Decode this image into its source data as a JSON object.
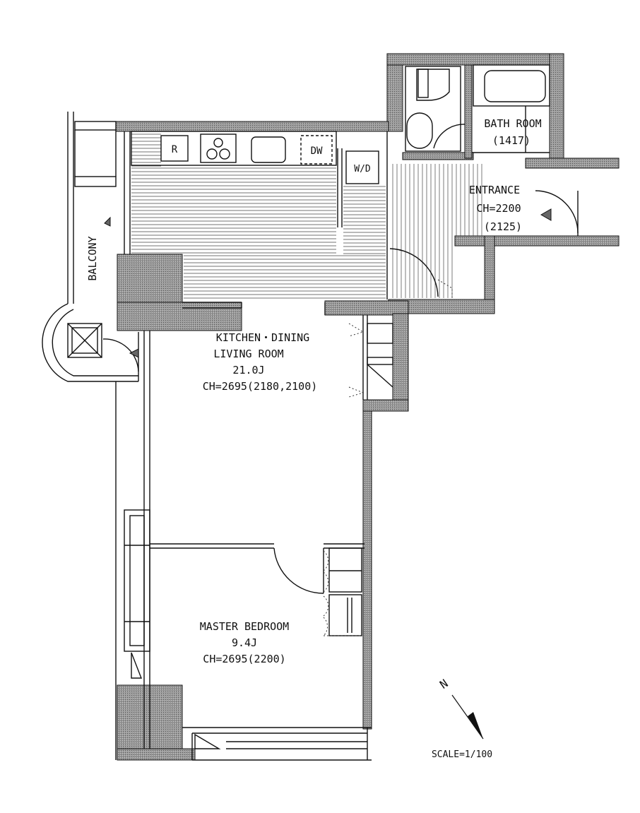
{
  "rooms": {
    "ldk": {
      "line1": "KITCHEN・DINING",
      "line2": "LIVING ROOM",
      "area": "21.0J",
      "ceiling": "CH=2695(2180,2100)"
    },
    "bedroom": {
      "line1": "MASTER BEDROOM",
      "area": "9.4J",
      "ceiling": "CH=2695(2200)"
    },
    "bath": {
      "line1": "BATH ROOM",
      "ceiling": "(1417)"
    },
    "entrance": {
      "line1": "ENTRANCE",
      "ceiling": "CH=2200",
      "sub": "(2125)"
    },
    "balcony": {
      "label": "BALCONY"
    }
  },
  "fixtures": {
    "fridge": "R",
    "dishwasher": "DW",
    "washer_dryer": "W/D"
  },
  "legend": {
    "north": "N",
    "scale": "SCALE=1/100"
  },
  "colors": {
    "wall": "#8e8e8e",
    "line": "#111111"
  }
}
